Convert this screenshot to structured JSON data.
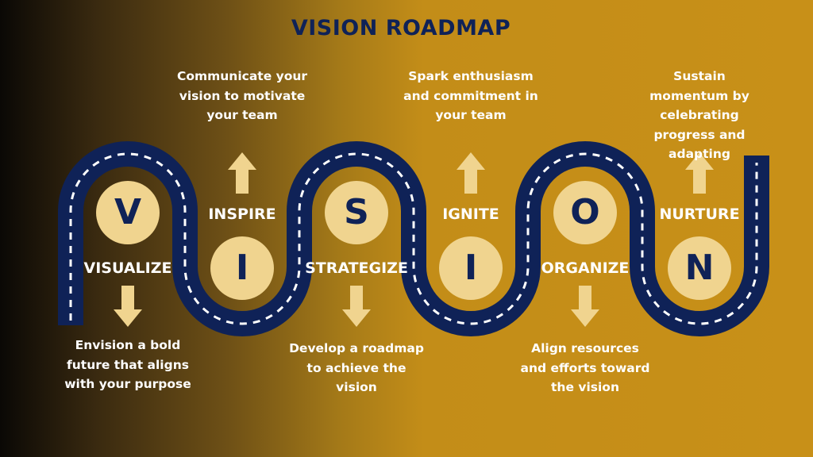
{
  "title": "VISION ROADMAP",
  "colors": {
    "road": "#0f2257",
    "accent": "#f0d48f",
    "text": "#ffffff"
  },
  "steps": [
    {
      "letter": "V",
      "label": "VISUALIZE",
      "description": "Envision a bold future that aligns with your purpose",
      "arrow": "down-arrow-icon"
    },
    {
      "letter": "I",
      "label": "INSPIRE",
      "description": "Communicate your vision to motivate your team",
      "arrow": "up-arrow-icon"
    },
    {
      "letter": "S",
      "label": "STRATEGIZE",
      "description": "Develop a roadmap to achieve the vision",
      "arrow": "down-arrow-icon"
    },
    {
      "letter": "I",
      "label": "IGNITE",
      "description": "Spark enthusiasm and commitment in your team",
      "arrow": "up-arrow-icon"
    },
    {
      "letter": "O",
      "label": "ORGANIZE",
      "description": "Align resources and efforts toward the vision",
      "arrow": "down-arrow-icon"
    },
    {
      "letter": "N",
      "label": "NURTURE",
      "description": "Sustain momentum by celebrating progress and adapting",
      "arrow": "up-arrow-icon"
    }
  ]
}
